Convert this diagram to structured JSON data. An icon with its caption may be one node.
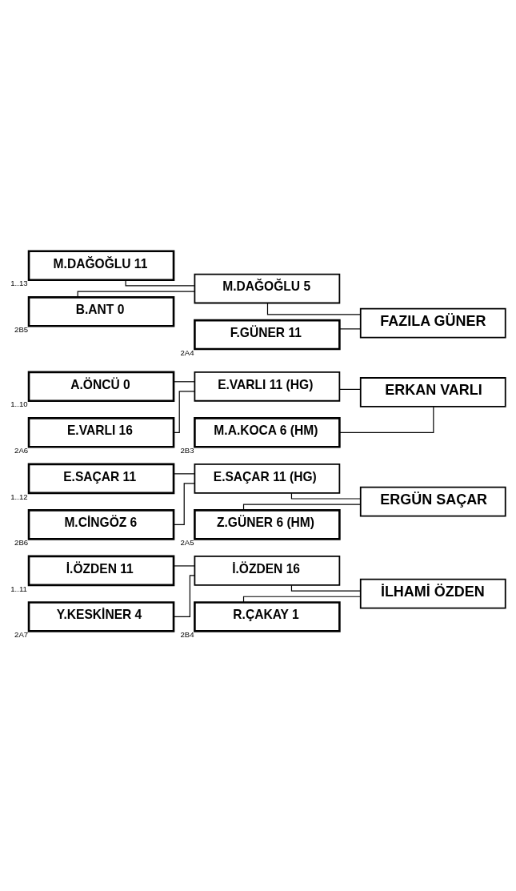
{
  "diagram": {
    "nodes": [
      {
        "text": [
          "İ.ÖZDEN 11"
        ],
        "beside": [
          "1..11"
        ]
      },
      {
        "text": [
          "İ.ÖZDEN 16"
        ]
      },
      {
        "text": [
          "Y.KESKİNER 4"
        ],
        "beside": [
          "2A7"
        ]
      },
      {
        "text": [
          "İLHAMİ ÖZDEN"
        ]
      },
      {
        "text": [
          "R.ÇAKAY 1"
        ],
        "beside": [
          "2B4"
        ]
      },
      {
        "text": [
          "E.SAÇAR 11"
        ],
        "beside": [
          "1..12"
        ]
      },
      {
        "text": [
          "E.SAÇAR 11 (HG)"
        ]
      },
      {
        "text": [
          "M.CİNGÖZ 6"
        ],
        "beside": [
          "2B6"
        ]
      },
      {
        "text": [
          "ERGÜN SAÇAR"
        ]
      },
      {
        "text": [
          "Z.GÜNER 6 (HM)"
        ],
        "beside": [
          "2A5"
        ]
      },
      {
        "text": [
          "A.ÖNCÜ 0"
        ],
        "beside": [
          "1..10"
        ]
      },
      {
        "text": [
          "E.VARLI 11 (HG)"
        ]
      },
      {
        "text": [
          "E.VARLI 16"
        ],
        "beside": [
          "2A6"
        ]
      },
      {
        "text": [
          "ERKAN VARLI"
        ]
      },
      {
        "text": [
          "M.A.KOCA 6 (HM)"
        ],
        "beside": [
          "2B3"
        ]
      },
      {
        "text": [
          "M.DAĞOĞLU 11"
        ],
        "beside": [
          "1..13"
        ]
      },
      {
        "text": [
          "M.DAĞOĞLU 5"
        ]
      },
      {
        "text": [
          "B.ANT 0"
        ],
        "beside": [
          "2B5"
        ]
      },
      {
        "text": [
          "FAZILA GÜNER"
        ]
      },
      {
        "text": [
          "F.GÜNER 11"
        ],
        "beside": [
          "2A4"
        ]
      }
    ],
    "edges": [
      {
        "from": 0,
        "to": 1,
        "arrow": "none"
      },
      {
        "from": 2,
        "to": 1,
        "arrow": "none"
      },
      {
        "from": 1,
        "to": 3,
        "arrow": "none"
      },
      {
        "from": 4,
        "to": 3,
        "arrow": "none"
      },
      {
        "from": 5,
        "to": 6,
        "arrow": "none"
      },
      {
        "from": 7,
        "to": 6,
        "arrow": "none"
      },
      {
        "from": 6,
        "to": 8,
        "arrow": "none"
      },
      {
        "from": 9,
        "to": 8,
        "arrow": "none"
      },
      {
        "from": 10,
        "to": 11,
        "arrow": "none"
      },
      {
        "from": 12,
        "to": 11,
        "arrow": "none"
      },
      {
        "from": 11,
        "to": 13,
        "arrow": "none"
      },
      {
        "from": 14,
        "to": 13,
        "arrow": "none"
      },
      {
        "from": 15,
        "to": 16,
        "arrow": "none"
      },
      {
        "from": 17,
        "to": 16,
        "arrow": "none"
      },
      {
        "from": 16,
        "to": 18,
        "arrow": "none"
      },
      {
        "from": 19,
        "to": 18,
        "arrow": "none"
      }
    ]
  }
}
